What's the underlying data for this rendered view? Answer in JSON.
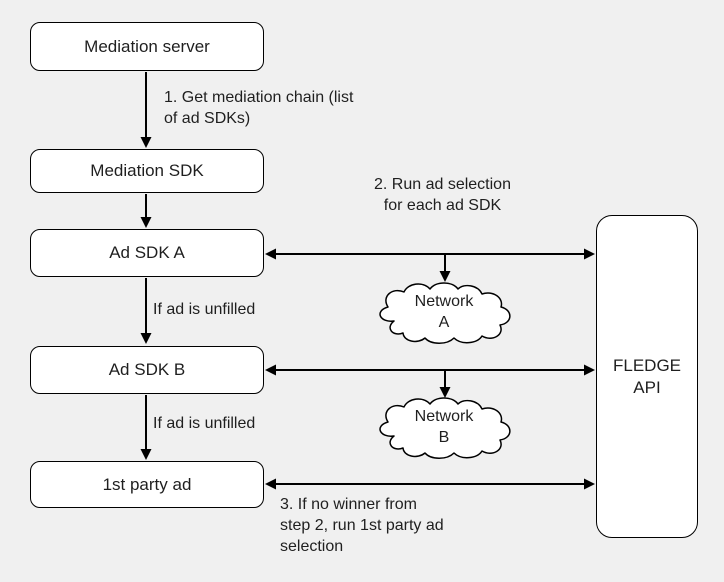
{
  "canvas": {
    "background_color": "#f0f0f0",
    "node_fill_color": "#ffffff",
    "line_color": "#000000",
    "text_color": "#1f1f1f"
  },
  "nodes": {
    "mediation_server": {
      "label": "Mediation server"
    },
    "mediation_sdk": {
      "label": "Mediation SDK"
    },
    "ad_sdk_a": {
      "label": "Ad SDK A"
    },
    "ad_sdk_b": {
      "label": "Ad SDK B"
    },
    "first_party_ad": {
      "label": "1st party ad"
    },
    "fledge_api": {
      "label": "FLEDGE API",
      "lines": [
        "FLEDGE",
        "API"
      ]
    },
    "network_a": {
      "label": "Network A",
      "lines": [
        "Network",
        "A"
      ]
    },
    "network_b": {
      "label": "Network B",
      "lines": [
        "Network",
        "B"
      ]
    }
  },
  "annotations": {
    "step1": {
      "text": "1. Get mediation chain (list of ad SDKs)",
      "lines": [
        "1. Get mediation chain (list",
        "of ad SDKs)"
      ]
    },
    "step2": {
      "text": "2. Run ad selection for each ad SDK",
      "lines": [
        "2. Run ad selection",
        "for each ad SDK"
      ]
    },
    "step3": {
      "text": "3. If no winner from step 2, run 1st party ad selection",
      "lines": [
        "3. If no winner from",
        "step 2, run 1st party ad",
        "selection"
      ]
    },
    "unfilled_1": "If ad is unfilled",
    "unfilled_2": "If ad is unfilled"
  }
}
